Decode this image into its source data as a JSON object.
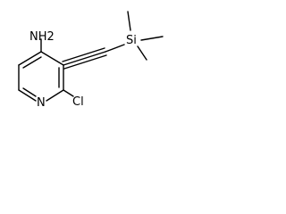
{
  "molecule": {
    "atoms": {
      "amine": "NH2",
      "ring_nitrogen": "N",
      "chlorine": "Cl",
      "silicon": "Si"
    }
  },
  "colors": {
    "bond": "#000000",
    "text": "#000000",
    "background": "#ffffff"
  }
}
